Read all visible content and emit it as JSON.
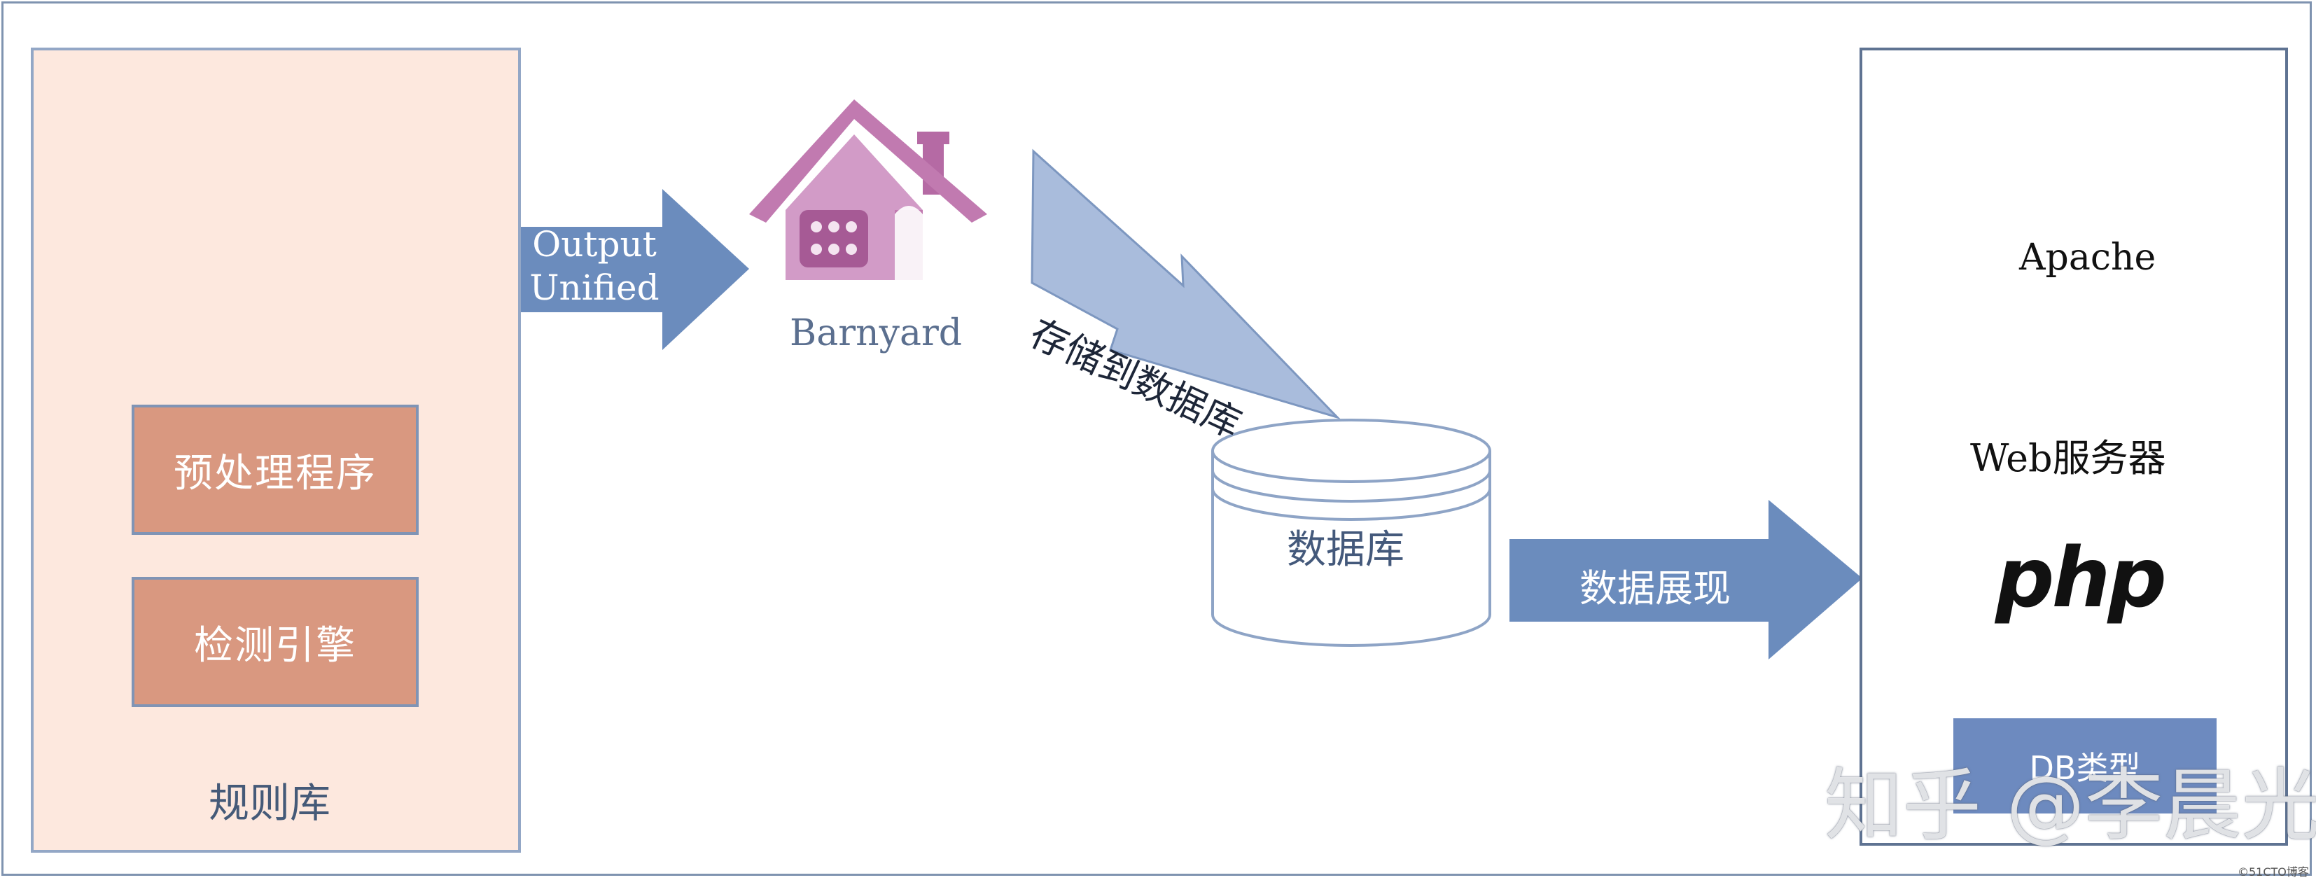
{
  "rules_library": {
    "modules": [
      "预处理程序",
      "检测引擎"
    ],
    "label": "规则库"
  },
  "output_arrow": {
    "line1": "Output",
    "line2": "Unified"
  },
  "barnyard": {
    "label": "Barnyard",
    "icon": "house-icon"
  },
  "store_arrow": {
    "label": "存储到数据库"
  },
  "database": {
    "label": "数据库",
    "icon": "database-cylinder-icon"
  },
  "display_arrow": {
    "label": "数据展现"
  },
  "web_server": {
    "apache_label": "Apache",
    "apache_icon": "apache-feather-icon",
    "server_label": "Web服务器",
    "php_logo_text": "php",
    "db_button_label": "DB类型"
  },
  "watermark": {
    "text": "知乎 @李晨光"
  },
  "credit": {
    "text": "©51CTO博客"
  },
  "colors": {
    "arrow_blue": "#6b8cbd",
    "arrow_light": "#a9bcdc",
    "panel_peach": "#fde8de",
    "module_salmon": "#d99880",
    "house_pink": "#c17ab0"
  }
}
